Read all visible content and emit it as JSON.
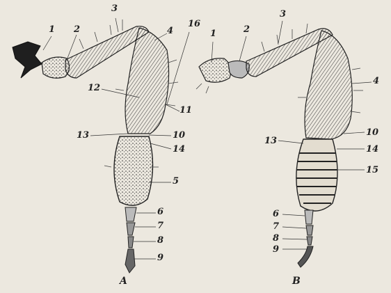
{
  "colors": {
    "ink": "#2b2b2b",
    "paper": "#ece8df",
    "segment_fill": "#d9d4c8"
  },
  "panel_a": {
    "letter": "A",
    "labels": [
      "1",
      "2",
      "3",
      "4",
      "16",
      "12",
      "11",
      "13",
      "10",
      "14",
      "5",
      "6",
      "7",
      "8",
      "9"
    ]
  },
  "panel_b": {
    "letter": "B",
    "labels": [
      "1",
      "2",
      "3",
      "4",
      "13",
      "10",
      "14",
      "15",
      "6",
      "7",
      "8",
      "9"
    ]
  }
}
